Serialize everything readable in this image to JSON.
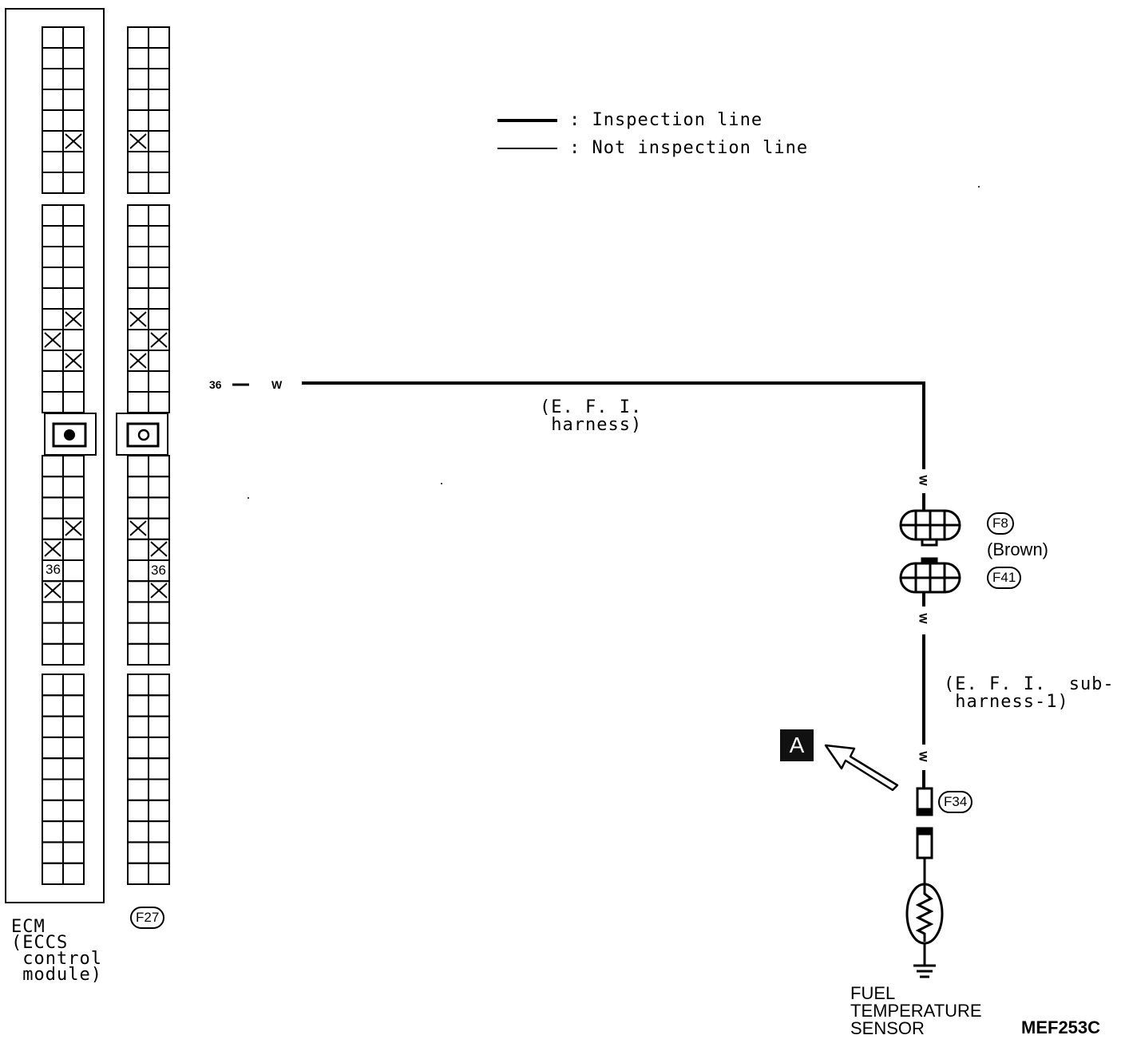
{
  "legend": {
    "inspection_label": ": Inspection line",
    "not_inspection_label": ": Not inspection line"
  },
  "wiring": {
    "ecm_terminal": "36",
    "wire_color": "W",
    "harness_efi_line1": "(E. F. I.",
    "harness_efi_line2": " harness)",
    "subharness_line1": "(E. F. I.  sub-",
    "subharness_line2": " harness-1)"
  },
  "connectors": {
    "ecm_label_line1": "ECM",
    "ecm_label_line2": "(ECCS",
    "ecm_label_line3": " control",
    "ecm_label_line4": " module)",
    "f27": "F27",
    "f8": "F8",
    "f8_color": "(Brown)",
    "f41": "F41",
    "f34": "F34",
    "pin_36": "36"
  },
  "sensor": {
    "label_line1": "FUEL",
    "label_line2": "TEMPERATURE",
    "label_line3": "SENSOR"
  },
  "view_marker": "A",
  "figure_code": "MEF253C"
}
